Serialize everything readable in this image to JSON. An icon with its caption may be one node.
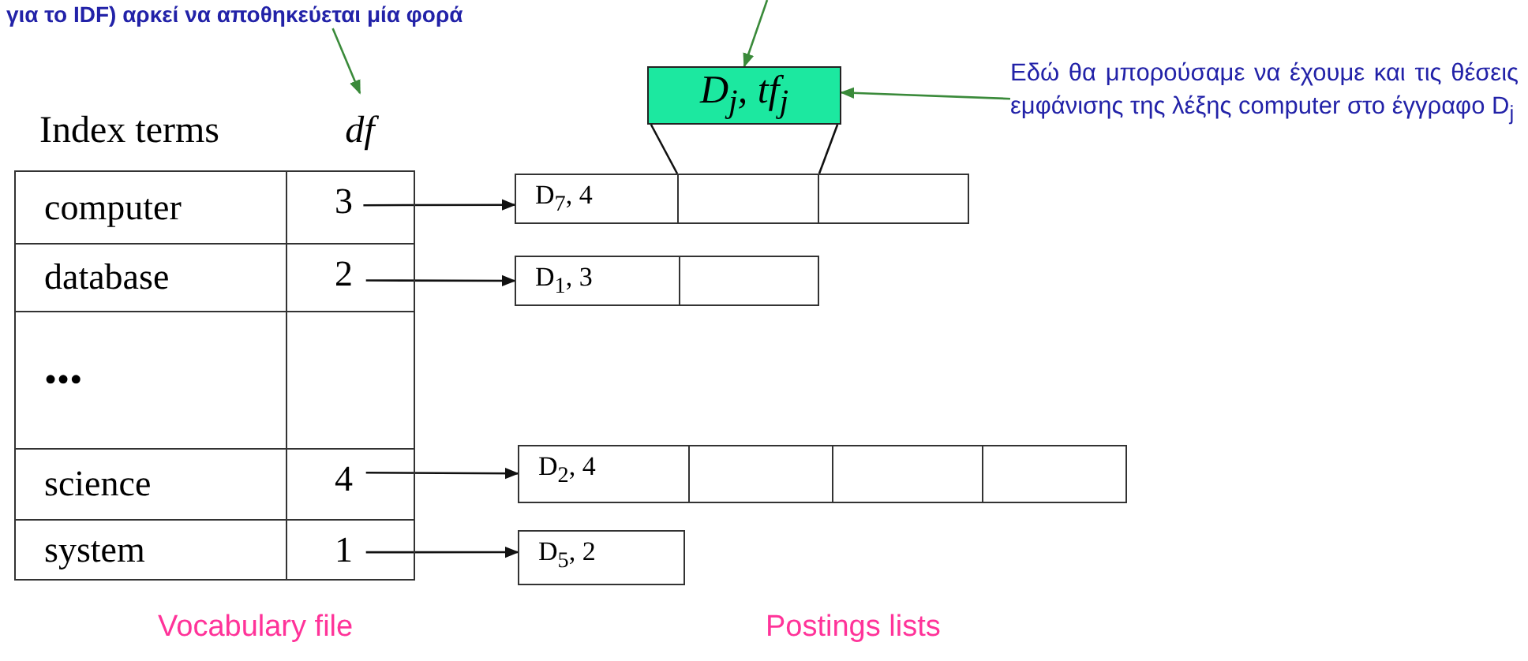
{
  "diagram": {
    "nodes": [
      {
        "text": [
          "για το IDF) αρκεί να αποθηκεύεται μία φορά"
        ]
      },
      {
        "text": [
          "D$_{j}$, tf$_{j}$"
        ]
      },
      {
        "text": [
          "Εδώ θα μπορούσαμε να έχουμε και τις θέσεις εμφάνισης της λέξης computer στο έγγραφο D$_{j}$"
        ]
      },
      {
        "text": [
          "df"
        ]
      },
      {
        "text": [
          "computer"
        ]
      },
      {
        "text": [
          "3"
        ]
      },
      {
        "text": [
          "database"
        ]
      },
      {
        "text": [
          "2"
        ]
      },
      {
        "text": [
          "•••"
        ]
      },
      {
        "text": [],
        "shape": "box"
      },
      {
        "text": [
          "science"
        ]
      },
      {
        "text": [
          "4"
        ]
      },
      {
        "text": [
          "system"
        ]
      },
      {
        "text": [
          "1"
        ]
      },
      {
        "text": [
          "D$_{7}$, 4"
        ]
      },
      {
        "text": [],
        "shape": "box"
      },
      {
        "text": [],
        "shape": "box"
      },
      {
        "text": [
          "D$_{1}$, 3"
        ]
      },
      {
        "text": [],
        "shape": "box"
      },
      {
        "text": [
          "D$_{2}$, 4"
        ]
      },
      {
        "text": [],
        "shape": "box"
      },
      {
        "text": [],
        "shape": "box"
      },
      {
        "text": [],
        "shape": "box"
      },
      {
        "text": [
          "D$_{5}$, 2"
        ]
      }
    ],
    "edges": [
      {
        "from": 0,
        "to": 3,
        "arrow": "to",
        "color": "#3a8a3a"
      },
      {
        "from": null,
        "to": 1,
        "arrow": "to",
        "color": "#3a8a3a"
      },
      {
        "from": 2,
        "to": 1,
        "arrow": "to",
        "color": "#3a8a3a"
      },
      {
        "from": 1,
        "to": 15,
        "arrow": "none"
      },
      {
        "from": 1,
        "to": 15,
        "arrow": "none"
      },
      {
        "from": 5,
        "to": 14,
        "arrow": "to"
      },
      {
        "from": 7,
        "to": 17,
        "arrow": "to"
      },
      {
        "from": 11,
        "to": 19,
        "arrow": "to"
      },
      {
        "from": 13,
        "to": 23,
        "arrow": "to"
      }
    ],
    "labels": [
      "Index terms",
      "Vocabulary file",
      "Postings lists"
    ]
  }
}
